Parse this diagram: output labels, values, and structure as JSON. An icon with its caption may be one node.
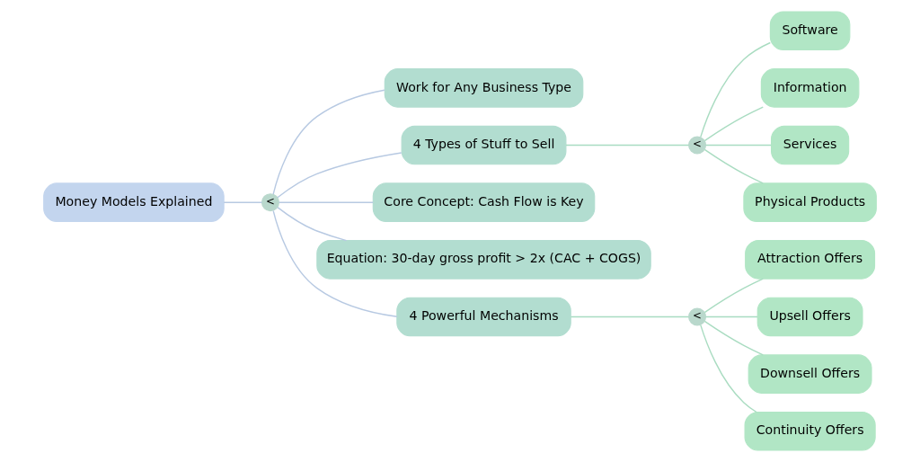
{
  "diagram": {
    "nodes": [
      {
        "text": [
          "Money Models Explained"
        ]
      },
      {
        "text": [
          "<"
        ]
      },
      {
        "text": [
          "Work for Any Business Type"
        ]
      },
      {
        "text": [
          "4 Types of Stuff to Sell"
        ]
      },
      {
        "text": [
          "<"
        ]
      },
      {
        "text": [
          "Software"
        ]
      },
      {
        "text": [
          "Information"
        ]
      },
      {
        "text": [
          "Services"
        ]
      },
      {
        "text": [
          "Physical Products"
        ]
      },
      {
        "text": [
          "Core Concept: Cash Flow is Key"
        ]
      },
      {
        "text": [
          "Equation: 30-day gross profit > 2x (CAC + COGS)"
        ]
      },
      {
        "text": [
          "4 Powerful Mechanisms"
        ]
      },
      {
        "text": [
          "<"
        ]
      },
      {
        "text": [
          "Attraction Offers"
        ]
      },
      {
        "text": [
          "Upsell Offers"
        ]
      },
      {
        "text": [
          "Downsell Offers"
        ]
      },
      {
        "text": [
          "Continuity Offers"
        ]
      }
    ],
    "edges": [
      {
        "from": 0,
        "to": 1,
        "arrow": "none",
        "color": "#b7c9e2"
      },
      {
        "from": 1,
        "to": 2,
        "arrow": "none",
        "color": "#b7c9e2"
      },
      {
        "from": 1,
        "to": 3,
        "arrow": "none",
        "color": "#b7c9e2"
      },
      {
        "from": 1,
        "to": 9,
        "arrow": "none",
        "color": "#b7c9e2"
      },
      {
        "from": 1,
        "to": 10,
        "arrow": "none",
        "color": "#b7c9e2"
      },
      {
        "from": 1,
        "to": 11,
        "arrow": "none",
        "color": "#b7c9e2"
      },
      {
        "from": 3,
        "to": 4,
        "arrow": "none",
        "color": "#a9dcc1"
      },
      {
        "from": 4,
        "to": 5,
        "arrow": "none",
        "color": "#a9dcc1"
      },
      {
        "from": 4,
        "to": 6,
        "arrow": "none",
        "color": "#a9dcc1"
      },
      {
        "from": 4,
        "to": 7,
        "arrow": "none",
        "color": "#a9dcc1"
      },
      {
        "from": 4,
        "to": 8,
        "arrow": "none",
        "color": "#a9dcc1"
      },
      {
        "from": 11,
        "to": 12,
        "arrow": "none",
        "color": "#a9dcc1"
      },
      {
        "from": 12,
        "to": 13,
        "arrow": "none",
        "color": "#a9dcc1"
      },
      {
        "from": 12,
        "to": 14,
        "arrow": "none",
        "color": "#a9dcc1"
      },
      {
        "from": 12,
        "to": 15,
        "arrow": "none",
        "color": "#a9dcc1"
      },
      {
        "from": 12,
        "to": 16,
        "arrow": "none",
        "color": "#a9dcc1"
      }
    ]
  }
}
